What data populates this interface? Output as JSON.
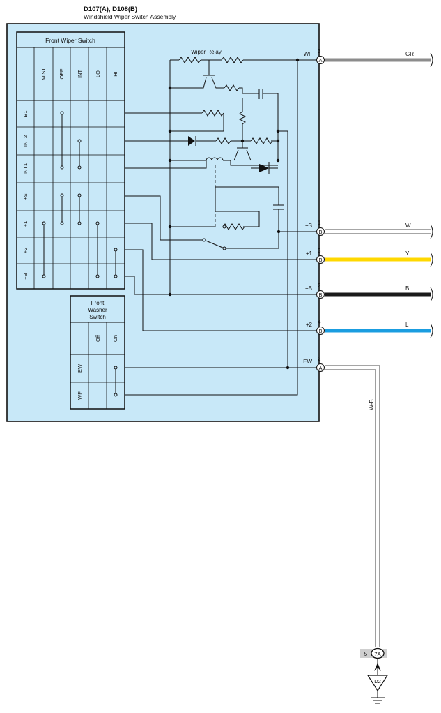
{
  "header": {
    "connectors": "D107(A), D108(B)",
    "assembly": "Windshield Wiper Switch Assembly"
  },
  "wiper_switch": {
    "title": "Front Wiper Switch",
    "positions": [
      "MIST",
      "OFF",
      "INT",
      "LO",
      "HI"
    ],
    "terminals": [
      "B1",
      "INT2",
      "INT1",
      "+S",
      "+1",
      "+2",
      "+B"
    ]
  },
  "washer_switch": {
    "title_lines": [
      "Front",
      "Washer",
      "Switch"
    ],
    "positions": [
      "Off",
      "On"
    ],
    "terminals": [
      "EW",
      "WF"
    ]
  },
  "relay": {
    "label": "Wiper Relay"
  },
  "pins": [
    {
      "name": "WF",
      "number": "3",
      "connector": "A",
      "wire": "GR",
      "color": "#8c8c8c"
    },
    {
      "name": "+S",
      "number": "1",
      "connector": "B",
      "wire": "W",
      "color": "#ffffff"
    },
    {
      "name": "+1",
      "number": "3",
      "connector": "B",
      "wire": "Y",
      "color": "#ffd800"
    },
    {
      "name": "+B",
      "number": "2",
      "connector": "B",
      "wire": "B",
      "color": "#1a1a1a"
    },
    {
      "name": "+2",
      "number": "4",
      "connector": "B",
      "wire": "L",
      "color": "#1a9de0"
    },
    {
      "name": "EW",
      "number": "2",
      "connector": "A",
      "wire": "",
      "color": "#ffffff"
    }
  ],
  "ground_wire": "W-B",
  "junction": {
    "pin": "5",
    "connector": "7A"
  },
  "ground": {
    "label": "D2"
  },
  "colors": {
    "assembly_fill": "#c8e8f8",
    "outline": "#111111"
  }
}
